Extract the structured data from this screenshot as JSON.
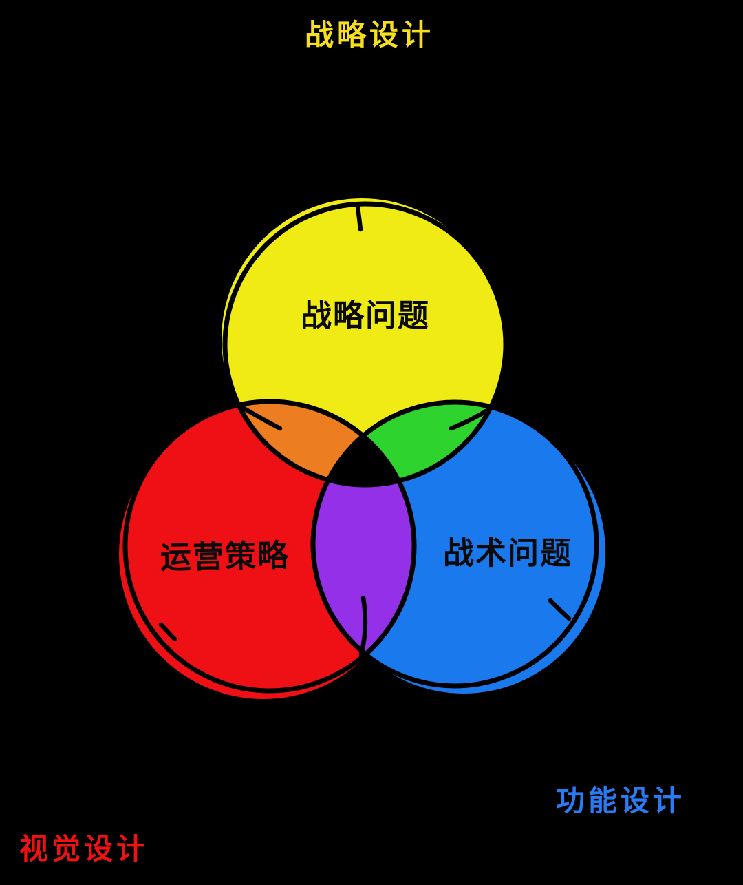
{
  "labels": {
    "top": {
      "text": "战略设计",
      "color": "#F6DF1C"
    },
    "bottom_right": {
      "text": "功能设计",
      "color": "#2A7BF2"
    },
    "bottom_left": {
      "text": "视觉设计",
      "color": "#F01212"
    }
  },
  "venn": {
    "background": "#000000",
    "outline": "#000000",
    "circles": {
      "strategy": {
        "label": "战略问题",
        "fill": "#F0EB14"
      },
      "operations": {
        "label": "运营策略",
        "fill": "#EE1014"
      },
      "tactics": {
        "label": "战术问题",
        "fill": "#1B79EE"
      }
    },
    "overlaps": {
      "strategy_operations": {
        "fill": "#EC7D21"
      },
      "strategy_tactics": {
        "fill": "#2ED32E"
      },
      "operations_tactics": {
        "fill": "#9430E8"
      },
      "center": {
        "fill": "#000000"
      }
    }
  }
}
